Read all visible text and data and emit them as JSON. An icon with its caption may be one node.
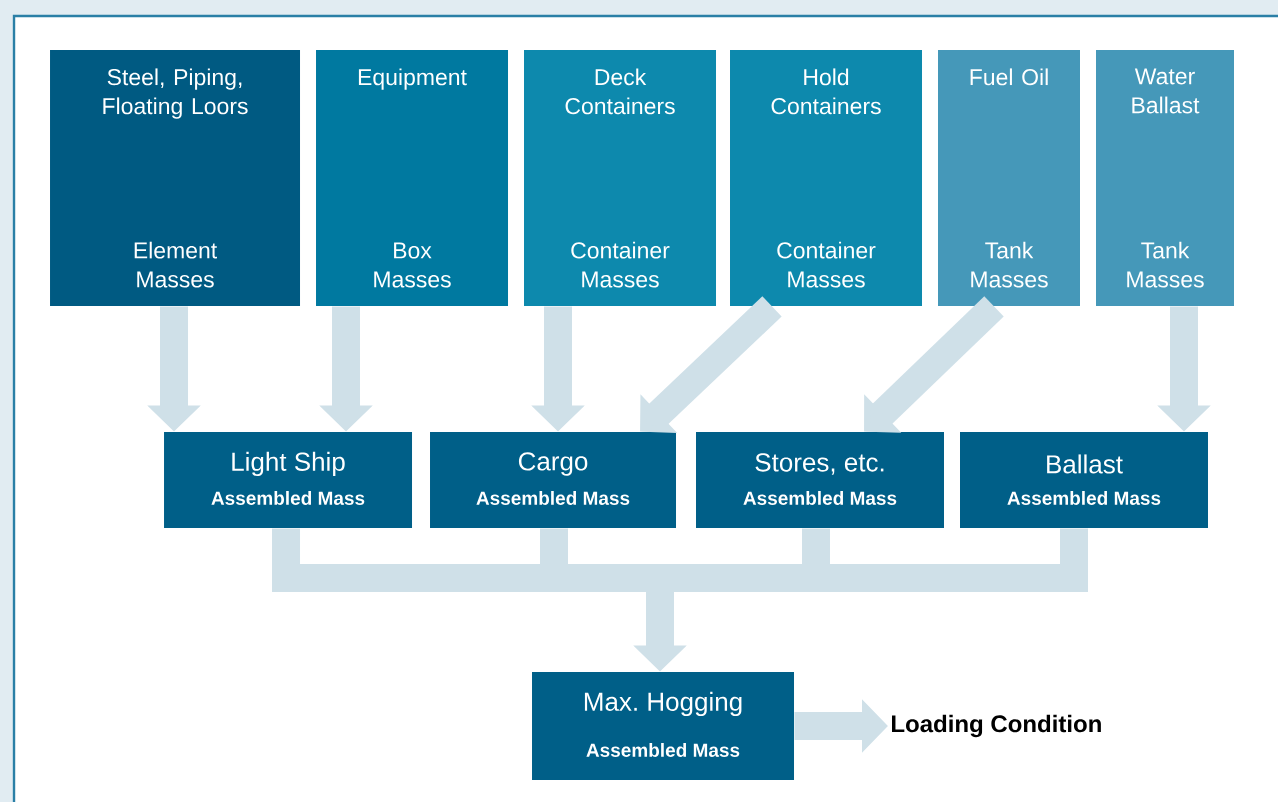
{
  "diagram": {
    "nodes": [
      {
        "text": [
          "Steel, Piping, Floating Loors",
          "Element Masses"
        ]
      },
      {
        "text": [
          "Equipment",
          "Box Masses"
        ]
      },
      {
        "text": [
          "Deck Containers",
          "Container Masses"
        ]
      },
      {
        "text": [
          "Hold Containers",
          "Container Masses"
        ]
      },
      {
        "text": [
          "Fuel Oil",
          "Tank Masses"
        ]
      },
      {
        "text": [
          "Water Ballast",
          "Tank Masses"
        ]
      },
      {
        "text": [
          "Light Ship",
          "Assembled Mass"
        ]
      },
      {
        "text": [
          "Cargo",
          "Assembled Mass"
        ]
      },
      {
        "text": [
          "Stores, etc.",
          "Assembled Mass"
        ]
      },
      {
        "text": [
          "Ballast",
          "Assembled Mass"
        ]
      },
      {
        "text": [
          "Max. Hogging",
          "Assembled Mass"
        ]
      },
      {
        "text": [
          "Loading Condition"
        ]
      }
    ],
    "edges": [
      {
        "from": 0,
        "to": 6,
        "arrow": "to"
      },
      {
        "from": 1,
        "to": 6,
        "arrow": "to"
      },
      {
        "from": 2,
        "to": 7,
        "arrow": "to"
      },
      {
        "from": 3,
        "to": 7,
        "arrow": "to"
      },
      {
        "from": 4,
        "to": 8,
        "arrow": "to"
      },
      {
        "from": 5,
        "to": 9,
        "arrow": "to"
      },
      {
        "from": 6,
        "to": 10,
        "arrow": "to"
      },
      {
        "from": 7,
        "to": 10,
        "arrow": "to"
      },
      {
        "from": 8,
        "to": 10,
        "arrow": "to"
      },
      {
        "from": 9,
        "to": 10,
        "arrow": "to"
      },
      {
        "from": 10,
        "to": 11,
        "arrow": "to"
      }
    ]
  }
}
